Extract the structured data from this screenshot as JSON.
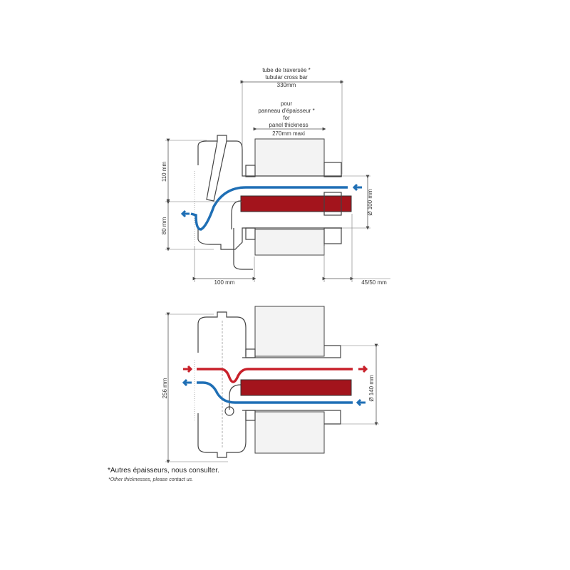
{
  "top_diagram": {
    "tube_label_fr": "tube de traversée *",
    "tube_label_en": "tubular cross bar",
    "tube_length": "330mm",
    "panel_label_fr_1": "pour",
    "panel_label_fr_2": "panneau d'épaisseur *",
    "panel_label_en_1": "for",
    "panel_label_en_2": "panel thickness",
    "panel_max": "270mm maxi",
    "dim_110": "110 mm",
    "dim_80": "80 mm",
    "dim_100": "100 mm",
    "dim_45_50": "45/50 mm",
    "dim_diameter": "Ø 100 mm"
  },
  "bottom_diagram": {
    "dim_256": "256 mm",
    "dim_diameter": "Ø 140 mm"
  },
  "footnote": {
    "fr": "*Autres épaisseurs, nous consulter.",
    "en": "*Other thicknesses, please contact us."
  },
  "colors": {
    "cold": "#1f6fb5",
    "hot": "#c8202a",
    "heater": "#a3141c"
  }
}
